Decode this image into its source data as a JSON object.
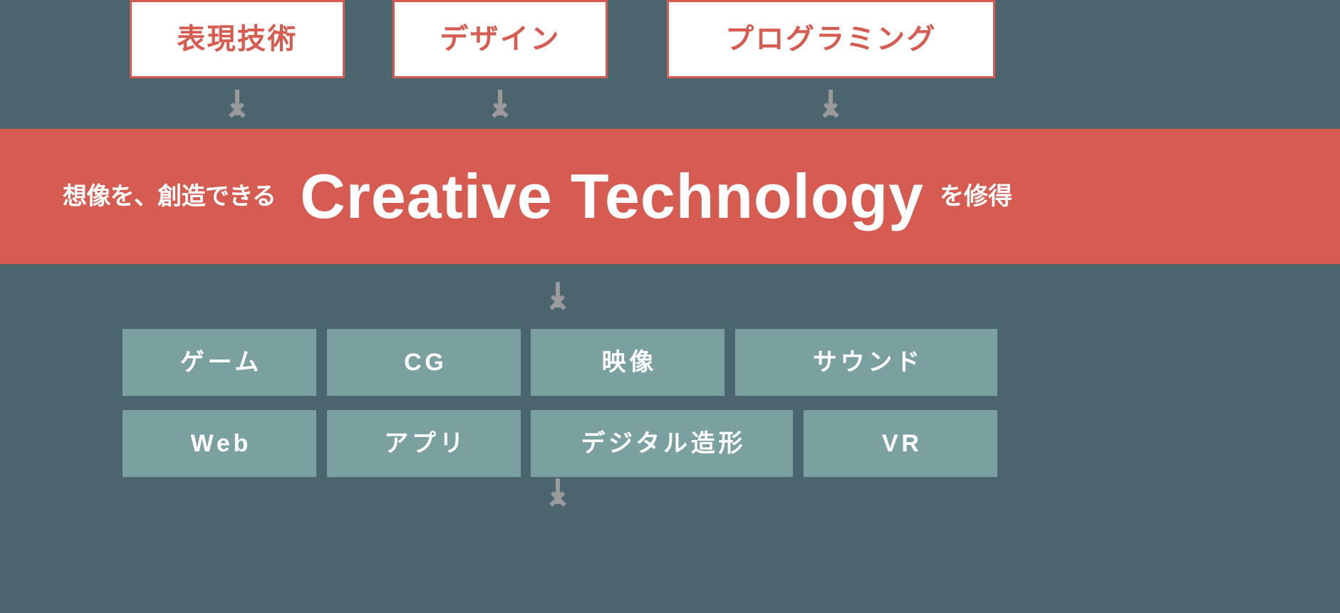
{
  "colors": {
    "background": "#4a656e",
    "accent_red": "#d65c51",
    "field_teal": "#7ba0a0",
    "arrow_gray": "#9a9a9a",
    "white": "#ffffff"
  },
  "top_row": {
    "boxes": [
      {
        "label": "表現技術"
      },
      {
        "label": "デザイン"
      },
      {
        "label": "プログラミング"
      }
    ]
  },
  "arrows": {
    "icon_name": "arrow-down-icon",
    "top": [
      "arrow-down-icon",
      "arrow-down-icon",
      "arrow-down-icon"
    ],
    "middle": "arrow-down-icon",
    "bottom": "arrow-down-icon"
  },
  "banner": {
    "lead_text": "想像を、創造できる",
    "main_text": "Creative Technology",
    "tail_text": "を修得"
  },
  "fields": {
    "rows": [
      [
        {
          "label": "ゲーム"
        },
        {
          "label": "CG"
        },
        {
          "label": "映像"
        },
        {
          "label": "サウンド"
        }
      ],
      [
        {
          "label": "Web"
        },
        {
          "label": "アプリ"
        },
        {
          "label": "デジタル造形"
        },
        {
          "label": "VR"
        }
      ]
    ]
  }
}
